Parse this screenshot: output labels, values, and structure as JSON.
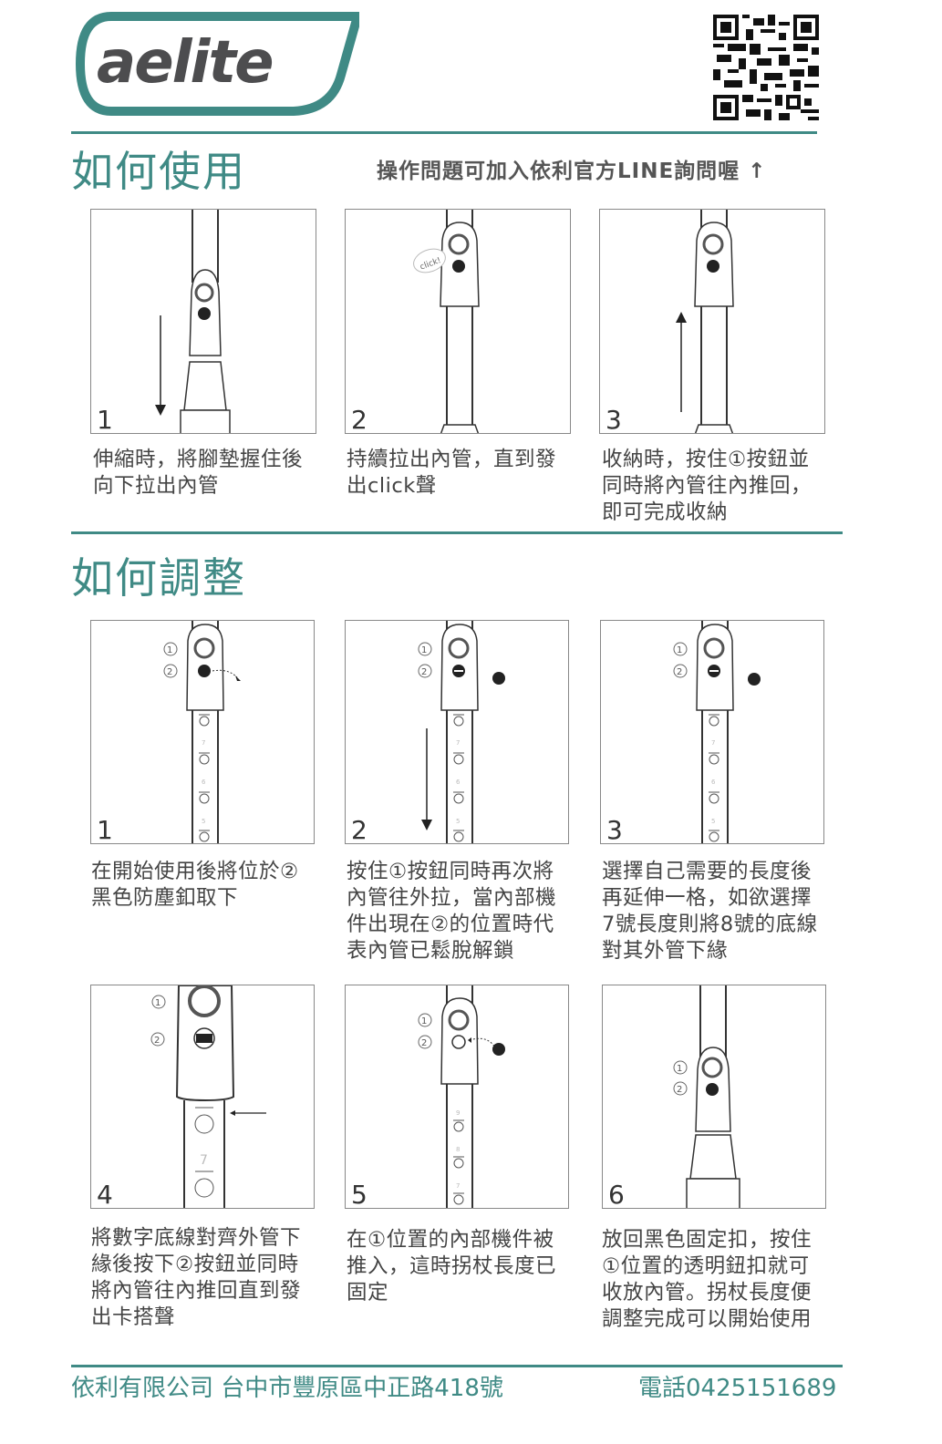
{
  "brand": {
    "logo_text": "aelite",
    "accent_color": "#3f8a85",
    "qr_icon": "qr-code-icon"
  },
  "header": {
    "title": "如何使用",
    "line_note": "操作問題可加入依利官方LINE詢問喔 ↑"
  },
  "usage": {
    "title": "如何使用",
    "steps": [
      {
        "num": "1",
        "caption": [
          "伸縮時，將腳墊握住後",
          "向下拉出內管"
        ]
      },
      {
        "num": "2",
        "bubble": "click!",
        "caption": [
          "持續拉出內管，直到發",
          "出click聲"
        ]
      },
      {
        "num": "3",
        "caption": [
          "收納時，按住①按鈕並",
          "同時將內管往內推回，",
          "即可完成收納"
        ]
      }
    ]
  },
  "adjust": {
    "title": "如何調整",
    "markers": {
      "one": "①",
      "two": "②"
    },
    "steps": [
      {
        "num": "1",
        "scale": [
          "7",
          "6",
          "5"
        ],
        "caption": [
          "在開始使用後將位於②",
          "黑色防塵釦取下"
        ]
      },
      {
        "num": "2",
        "scale": [
          "7",
          "6",
          "5"
        ],
        "caption": [
          "按住①按鈕同時再次將",
          "內管往外拉，當內部機",
          "件出現在②的位置時代",
          "表內管已鬆脫解鎖"
        ]
      },
      {
        "num": "3",
        "scale": [
          "7",
          "6",
          "5"
        ],
        "caption": [
          "選擇自己需要的長度後",
          "再延伸一格，如欲選擇",
          "7號長度則將8號的底線",
          "對其外管下緣"
        ]
      },
      {
        "num": "4",
        "scale": [
          "7"
        ],
        "caption": [
          "將數字底線對齊外管下",
          "緣後按下②按鈕並同時",
          "將內管往內推回直到發",
          "出卡搭聲"
        ]
      },
      {
        "num": "5",
        "scale": [
          "9",
          "8",
          "7"
        ],
        "caption": [
          "在①位置的內部機件被",
          "推入，這時拐杖長度已",
          "固定"
        ]
      },
      {
        "num": "6",
        "caption": [
          "放回黑色固定扣，按住",
          "①位置的透明鈕扣就可",
          "收放內管。拐杖長度便",
          "調整完成可以開始使用"
        ]
      }
    ]
  },
  "footer": {
    "company_address": "依利有限公司 台中市豐原區中正路418號",
    "phone": "電話0425151689"
  }
}
